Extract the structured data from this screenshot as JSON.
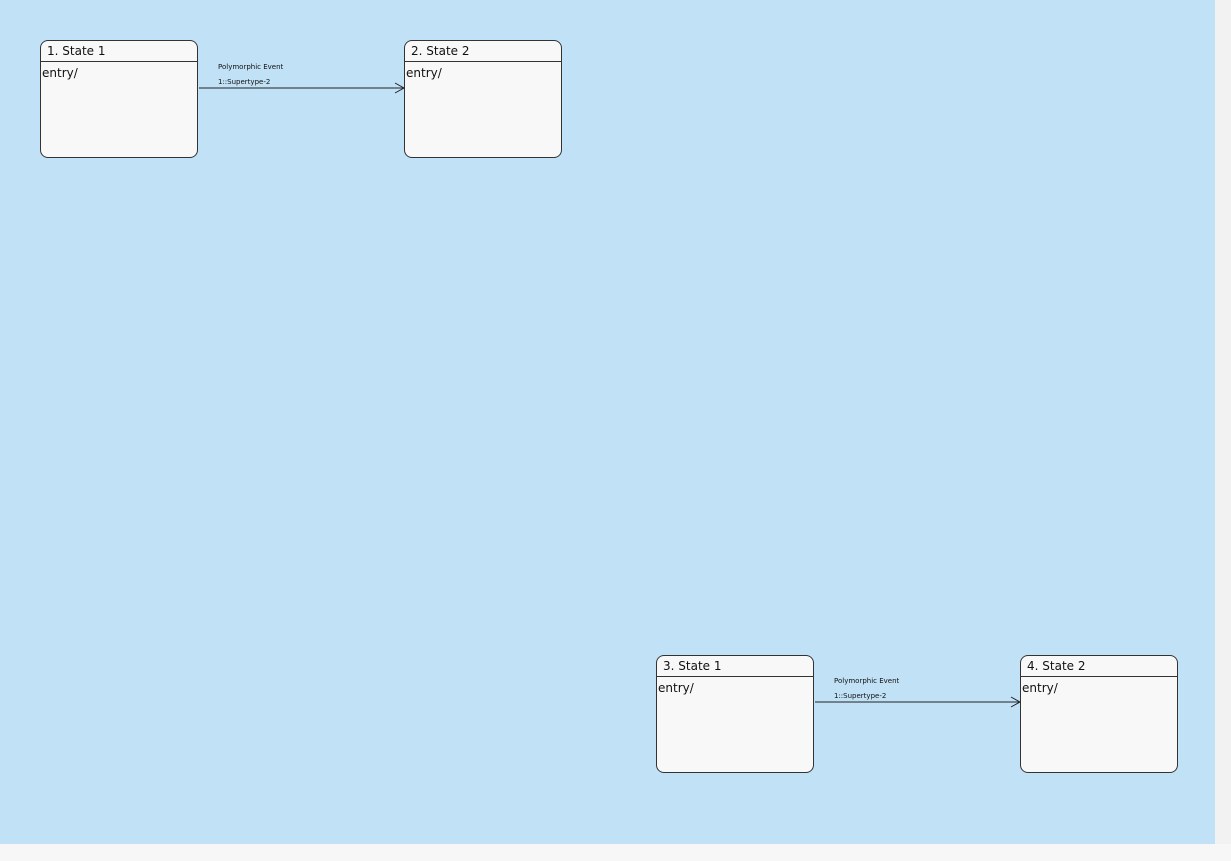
{
  "diagram": {
    "states": [
      {
        "id": "s1",
        "title": "1. State 1",
        "body": "entry/"
      },
      {
        "id": "s2",
        "title": "2. State 2",
        "body": "entry/"
      },
      {
        "id": "s3",
        "title": "3. State 1",
        "body": "entry/"
      },
      {
        "id": "s4",
        "title": "4. State 2",
        "body": "entry/"
      }
    ],
    "transitions": [
      {
        "from": "s1",
        "to": "s2",
        "event": "Polymorphic Event",
        "label": "1::Supertype-2"
      },
      {
        "from": "s3",
        "to": "s4",
        "event": "Polymorphic Event",
        "label": "1::Supertype-2"
      }
    ],
    "colors": {
      "canvas": "#c1e1f7",
      "state_fill": "#f8f8f8",
      "stroke": "#333333"
    }
  }
}
